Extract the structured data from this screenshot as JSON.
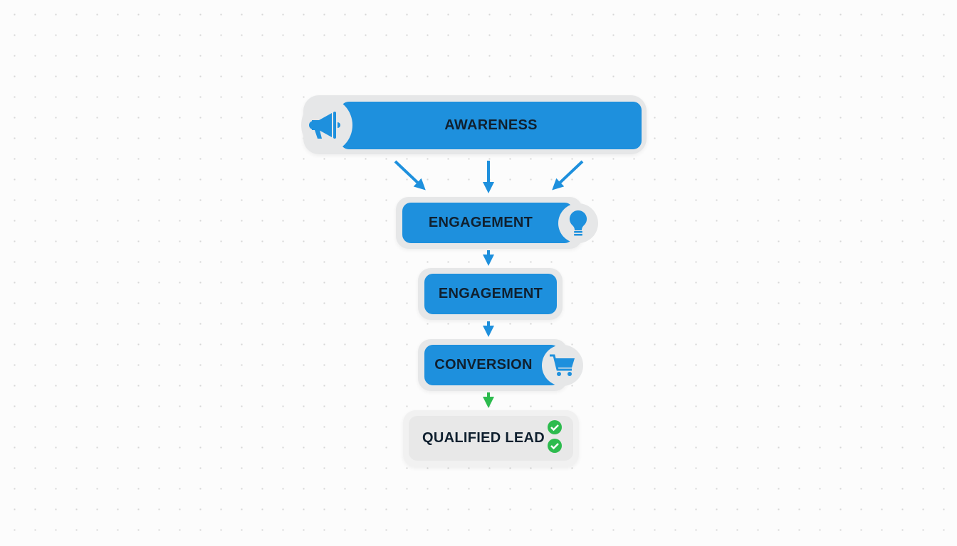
{
  "stages": [
    {
      "label": "AWARENESS",
      "icon": "megaphone-icon"
    },
    {
      "label": "ENGAGEMENT",
      "icon": "lightbulb-icon"
    },
    {
      "label": "ENGAGEMENT",
      "icon": ""
    },
    {
      "label": "CONVERSION",
      "icon": "shopping-cart-icon"
    },
    {
      "label": "QUALIFIED LEAD",
      "icon": "check-circle-icon"
    }
  ],
  "colors": {
    "blue": "#1e90dd",
    "green": "#2dbb4e",
    "grey": "#e6e7e8",
    "text": "#10202f"
  }
}
